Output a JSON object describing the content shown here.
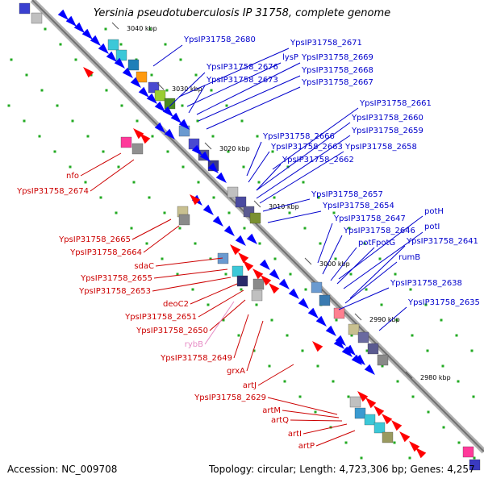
{
  "title": "Yersinia pseudotuberculosis IP 31758, complete genome",
  "accession": "Accession: NC_009708",
  "topology": "Topology: circular; Length: 4,723,306 bp; Genes: 4,257",
  "colors": {
    "forward_label": "#0000cc",
    "reverse_label": "#cc0000",
    "rna_label": "#e68ac4",
    "forward_arrow": "#0000ff",
    "reverse_arrow": "#ff0000",
    "axis": "#9a9a9a",
    "tick_dot": "#22aa22"
  },
  "scale_ticks": [
    "3040 kbp",
    "3030 kbp",
    "3020 kbp",
    "3010 kbp",
    "3000 kbp",
    "2990 kbp",
    "2980 kbp"
  ],
  "labels": [
    "YpsIP31758_2680",
    "YpsIP31758_2671",
    "lysP",
    "YpsIP31758_2669",
    "YpsIP31758_2676",
    "YpsIP31758_2668",
    "YpsIP31758_2673",
    "YpsIP31758_2667",
    "YpsIP31758_2661",
    "YpsIP31758_2660",
    "YpsIP31758_2659",
    "YpsIP31758_2666",
    "YpsIP31758_2663",
    "YpsIP31758_2658",
    "YpsIP31758_2662",
    "YpsIP31758_2657",
    "YpsIP31758_2654",
    "potH",
    "YpsIP31758_2647",
    "potI",
    "YpsIP31758_2646",
    "potF",
    "potG",
    "YpsIP31758_2641",
    "rumB",
    "YpsIP31758_2638",
    "YpsIP31758_2635",
    "nfo",
    "YpsIP31758_2674",
    "YpsIP31758_2665",
    "YpsIP31758_2664",
    "sdaC",
    "YpsIP31758_2655",
    "YpsIP31758_2653",
    "deoC2",
    "YpsIP31758_2651",
    "YpsIP31758_2650",
    "rybB",
    "YpsIP31758_2649",
    "grxA",
    "artJ",
    "YpsIP31758_2629",
    "artM",
    "artQ",
    "artI",
    "artP"
  ]
}
